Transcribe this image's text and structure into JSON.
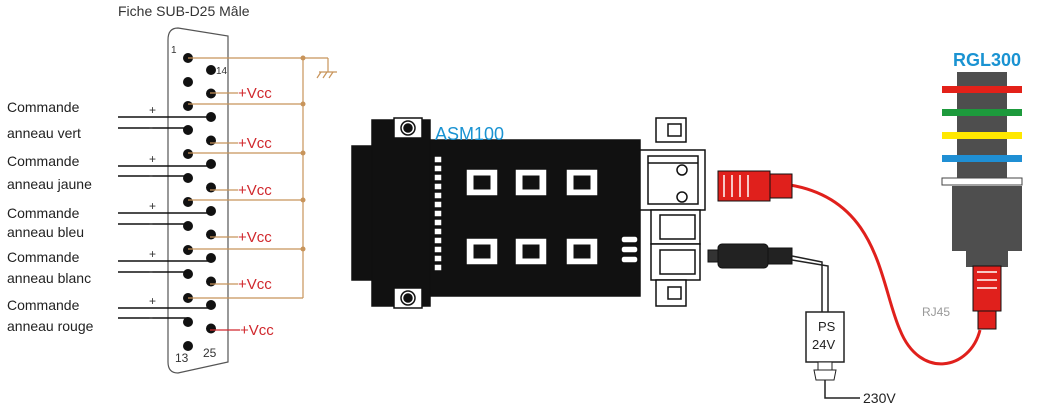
{
  "connector_title": "Fiche SUB-D25 Mâle",
  "pin_first": "1",
  "pin_14": "14",
  "pin_13": "13",
  "pin_25": "25",
  "vcc_label": "+Vcc",
  "plus_sign": "+",
  "minus_sign": "-",
  "commands": [
    {
      "line1": "Commande",
      "line2": "anneau vert"
    },
    {
      "line1": "Commande",
      "line2": "anneau jaune"
    },
    {
      "line1": "Commande",
      "line2": "anneau bleu"
    },
    {
      "line1": "Commande",
      "line2": "anneau blanc"
    },
    {
      "line1": "Commande",
      "line2": "anneau rouge"
    }
  ],
  "module_label": "ASM100",
  "tower_label": "RGL300",
  "rj45_label": "RJ45",
  "psu_line1": "PS",
  "psu_line2": "24V",
  "mains_label": "230V",
  "ring_colors": [
    "#e32119",
    "#1d9a3c",
    "#ffe800",
    "#1f8fd4",
    "#ffffff"
  ],
  "colors": {
    "accent_blue": "#1a93d2",
    "vcc_red": "#d0282d",
    "wire_tan": "#c8945a",
    "cable_red": "#e0201c",
    "tower_gray": "#4e4e4e"
  }
}
